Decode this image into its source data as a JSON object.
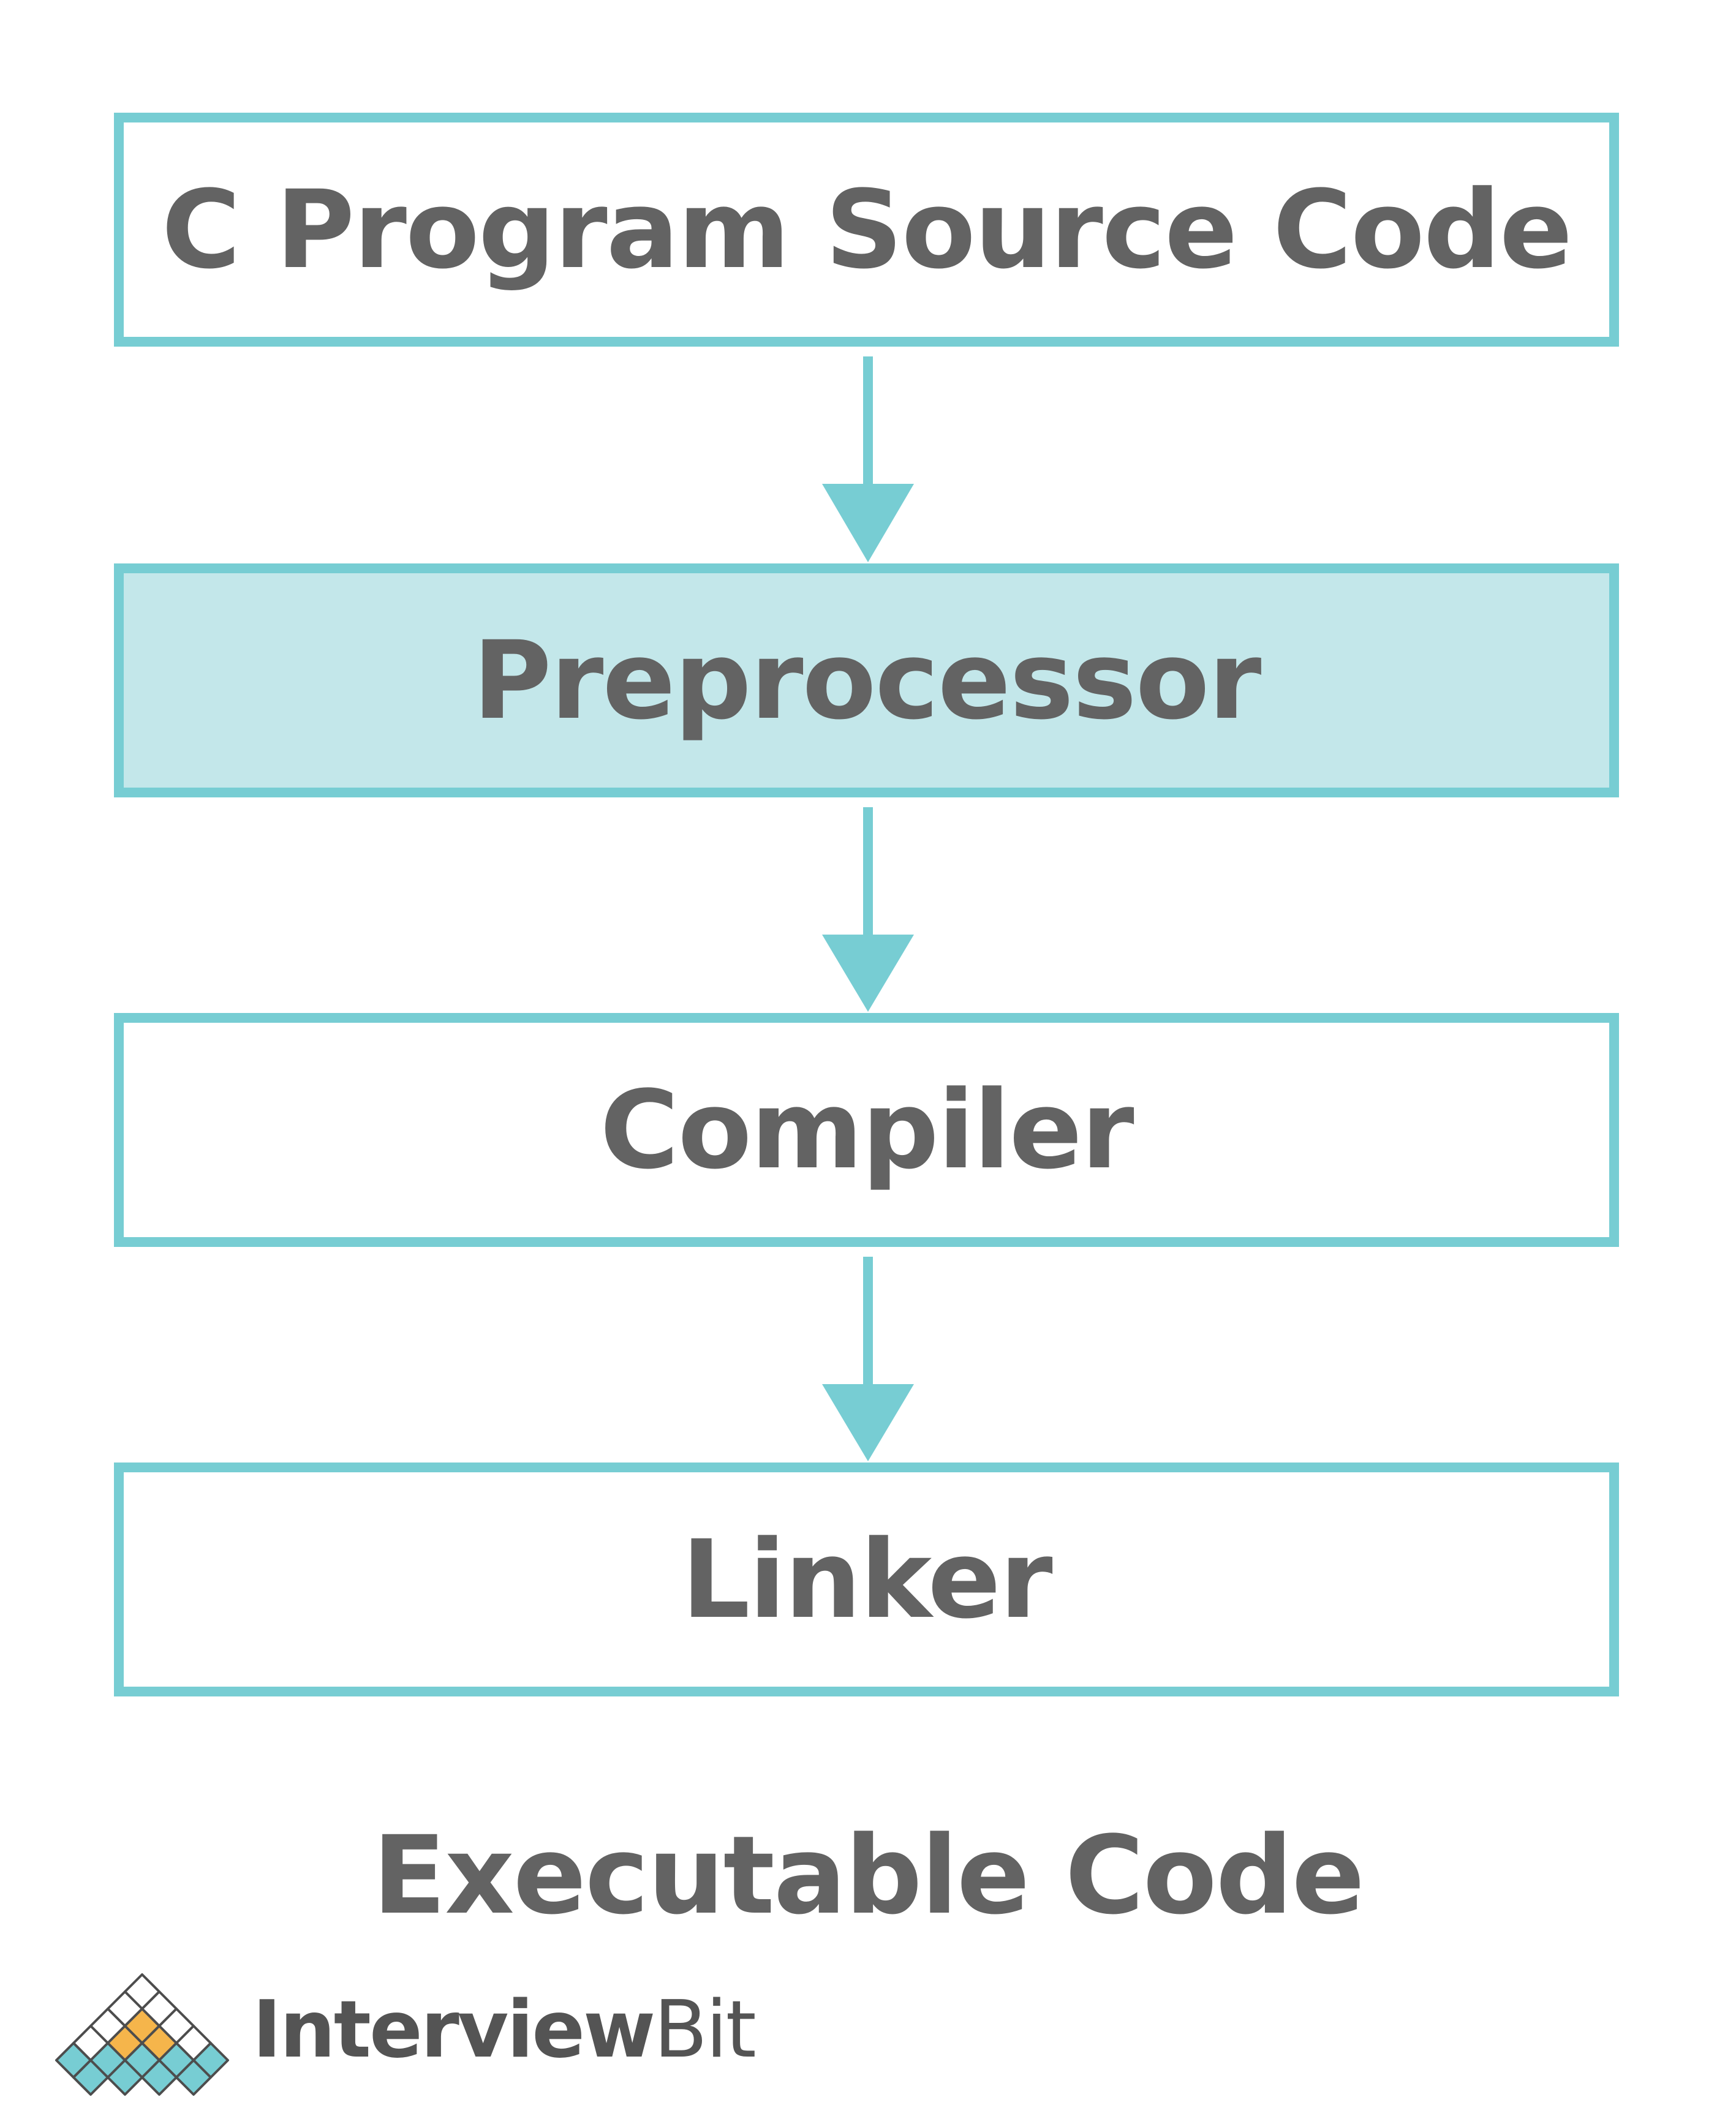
{
  "steps": [
    {
      "label": "C Program Source Code",
      "highlighted": false
    },
    {
      "label": "Preprocessor",
      "highlighted": true
    },
    {
      "label": "Compiler",
      "highlighted": false
    },
    {
      "label": "Linker",
      "highlighted": false
    }
  ],
  "output_label": "Executable Code",
  "logo": {
    "text_bold": "Interview",
    "text_regular": "Bit",
    "lettering": "InterviewBit"
  },
  "colors": {
    "border": "#77cdd3",
    "highlight_fill": "#c3e7ea",
    "text": "#636363",
    "logo_teal": "#77cdd3",
    "logo_orange": "#f5b54b"
  },
  "icons": [
    "arrow-down-icon",
    "interviewbit-logo-icon"
  ]
}
